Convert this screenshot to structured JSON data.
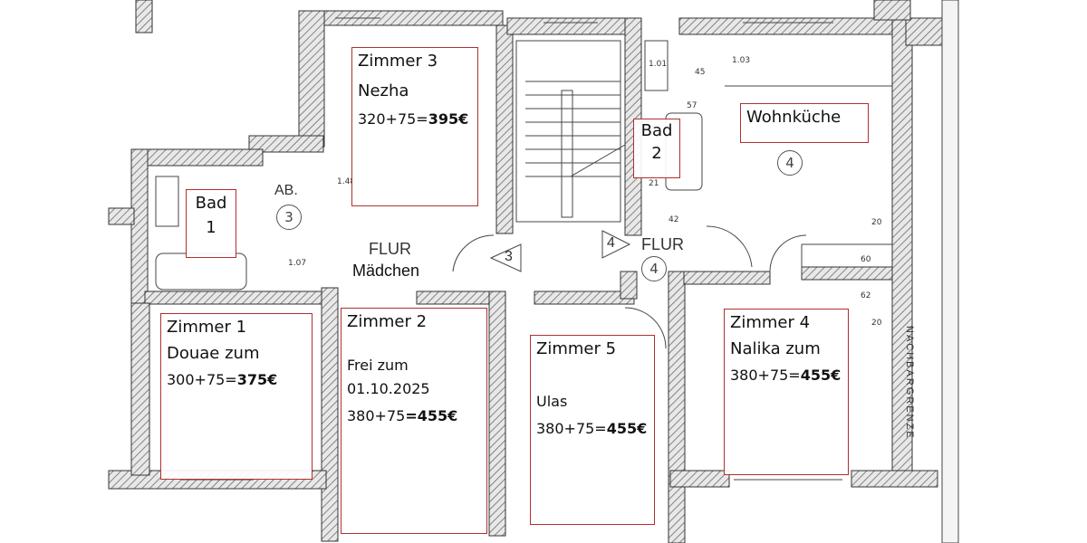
{
  "rooms": {
    "zimmer3": {
      "title": "Zimmer 3",
      "tenant": "Nezha",
      "price_base": "320+75=",
      "price_total": "395€"
    },
    "zimmer1": {
      "title": "Zimmer 1",
      "tenant": "Douae zum",
      "price_base": "300+75=",
      "price_total": "375€"
    },
    "zimmer2": {
      "title": "Zimmer 2",
      "status_line1": "Frei zum",
      "status_line2": "01.10.2025",
      "price_base": "380+75",
      "price_total": "=455€"
    },
    "zimmer5": {
      "title": "Zimmer 5",
      "tenant": "Ulas",
      "price_base": "380+75=",
      "price_total": "455€"
    },
    "zimmer4": {
      "title": "Zimmer 4",
      "tenant": "Nalika zum",
      "price_base": "380+75=",
      "price_total": "455€"
    },
    "wohnkueche": {
      "title": "Wohnküche"
    },
    "bad1": {
      "line1": "Bad",
      "line2": "1"
    },
    "bad2": {
      "line1": "Bad",
      "line2": "2"
    }
  },
  "plan_labels": {
    "flur_left": "FLUR",
    "maedchen": "Mädchen",
    "flur_right": "FLUR",
    "ab": "AB.",
    "stair_left_num": "3",
    "stair_right_num": "4",
    "circle_3a": "3",
    "circle_4a": "4",
    "circle_4b": "4",
    "dim_107": "1.07",
    "dim_148": "1.48",
    "dim_101": "1.01",
    "dim_103": "1.03",
    "dim_45": "45",
    "dim_42": "42",
    "dim_20a": "20",
    "dim_20b": "20",
    "dim_60": "60",
    "dim_62": "62",
    "dim_21": "21",
    "dim_57": "57",
    "side_text": "NACHBARGRENZE"
  },
  "colors": {
    "wall": "#8a8a8a",
    "wall_hatch": "#555555",
    "label_border": "#b03030",
    "line": "#333333"
  }
}
